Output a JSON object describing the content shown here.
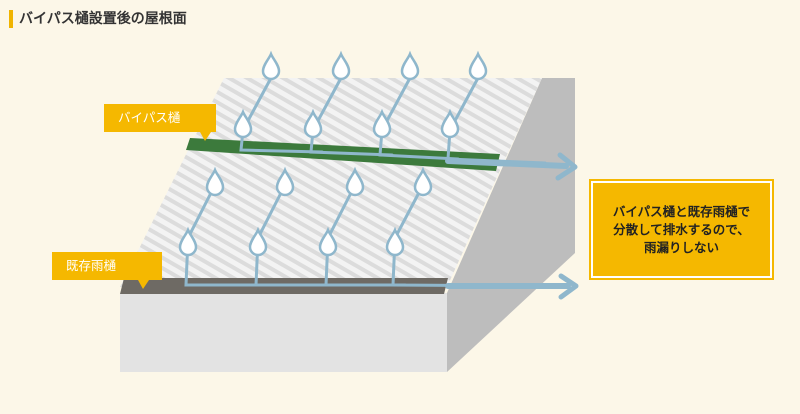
{
  "title": "バイパス樋設置後の屋根面",
  "labels": {
    "bypass": "バイパス樋",
    "existing": "既存雨樋"
  },
  "note_lines": [
    "バイパス樋と既存雨樋で",
    "分散して排水するので、",
    "雨漏りしない"
  ],
  "colors": {
    "background": "#fcf7e8",
    "accent": "#f5b800",
    "bypass_gutter": "#3c7a3c",
    "existing_gutter": "#6e6a64",
    "water": "#8fb7cc"
  },
  "icons": [
    "raindrop-icon",
    "arrow-right-icon"
  ]
}
